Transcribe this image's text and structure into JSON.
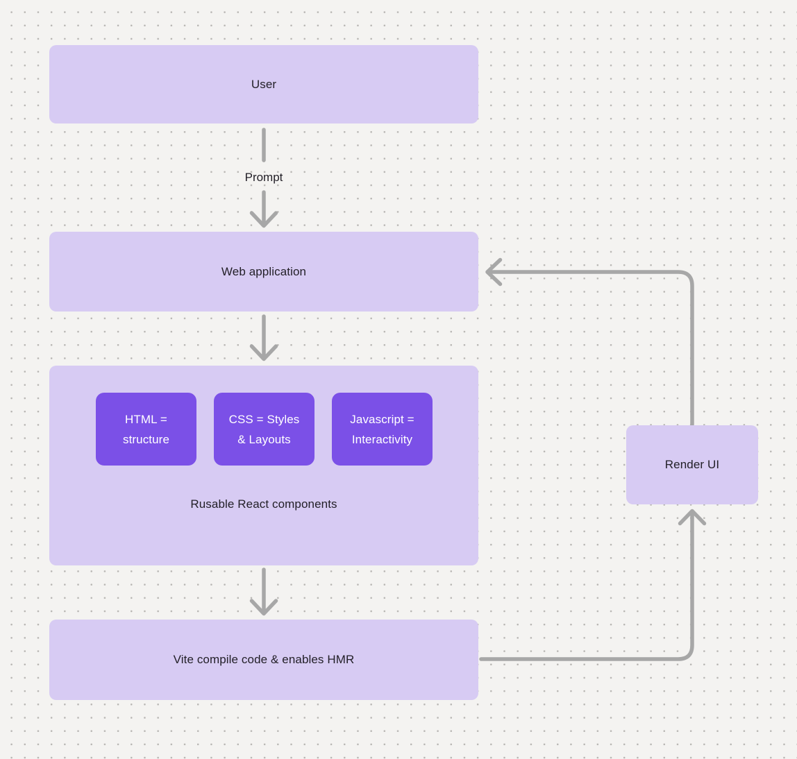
{
  "colors": {
    "background": "#f4f3f1",
    "dot": "#b8b6b3",
    "node_fill": "#d7cbf3",
    "chip_fill": "#7b50e7",
    "chip_text": "#ffffff",
    "text": "#232028",
    "arrow": "#a7a7a7"
  },
  "nodes": {
    "user": {
      "label": "User"
    },
    "web_application": {
      "label": "Web application"
    },
    "components_group": {
      "caption": "Rusable React components",
      "chips": [
        {
          "lines": [
            "HTML =",
            "structure"
          ]
        },
        {
          "lines": [
            "CSS = Styles",
            "& Layouts"
          ]
        },
        {
          "lines": [
            "Javascript =",
            "Interactivity"
          ]
        }
      ]
    },
    "vite": {
      "label": "Vite compile code & enables HMR"
    },
    "render_ui": {
      "label": "Render UI"
    }
  },
  "edges": [
    {
      "from": "user",
      "to": "web_application",
      "label": "Prompt"
    },
    {
      "from": "web_application",
      "to": "components_group",
      "label": ""
    },
    {
      "from": "components_group",
      "to": "vite",
      "label": ""
    },
    {
      "from": "vite",
      "to": "render_ui",
      "label": ""
    },
    {
      "from": "render_ui",
      "to": "web_application",
      "label": ""
    }
  ]
}
